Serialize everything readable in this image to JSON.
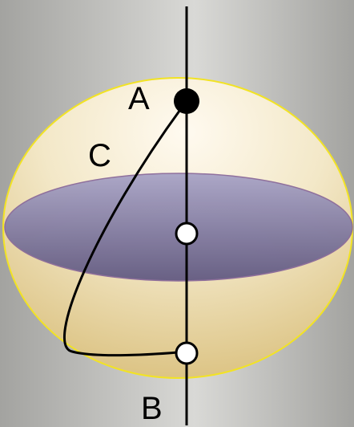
{
  "labels": {
    "a": "A",
    "b": "B",
    "c": "C"
  },
  "colors": {
    "background_light": "#d9d9d6",
    "background_dark": "#a3a3a0",
    "sphere_highlight": "#fffaf0",
    "sphere_mid": "#f3e8c8",
    "sphere_shade": "#d8bd78",
    "sphere_outline": "#f2e324",
    "equator_plane_top": "#a8a3c6",
    "equator_plane_bottom": "#625a82",
    "equator_outline": "#8a6a9a",
    "axis": "#000000",
    "point_a_fill": "#000000",
    "open_point_fill": "#ffffff",
    "open_point_stroke": "#000000"
  }
}
